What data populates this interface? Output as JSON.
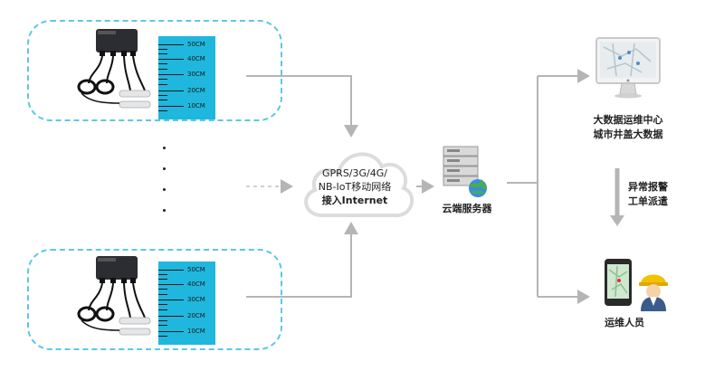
{
  "gauge_labels": [
    "50CM",
    "40CM",
    "30CM",
    "20CM",
    "10CM"
  ],
  "cloud": {
    "line1": "GPRS/3G/4G/",
    "line2": "NB-IoT移动网络",
    "line3": "接入Internet"
  },
  "server": {
    "label": "云端服务器"
  },
  "datacenter": {
    "line1": "大数据运维中心",
    "line2": "城市井盖大数据"
  },
  "alarm": {
    "line1": "异常报警",
    "line2": "工单派遣"
  },
  "staff": {
    "label": "运维人员"
  },
  "colors": {
    "dash": "#5ec7e6",
    "gauge": "#1fb7dd",
    "arrow": "#b5b5b5",
    "text": "#222222"
  }
}
